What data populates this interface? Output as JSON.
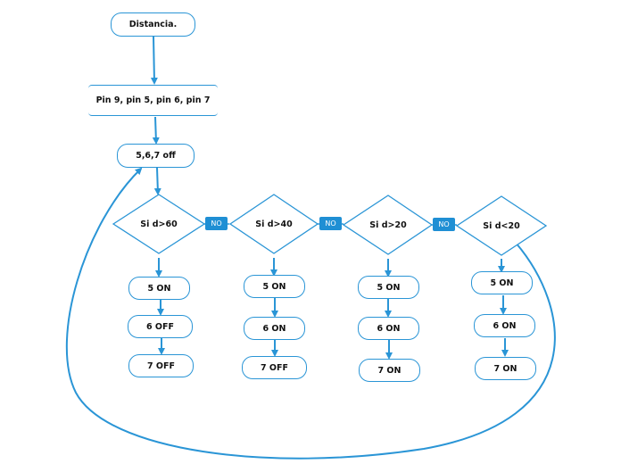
{
  "colors": {
    "line": "#2a95d6",
    "badge": "#1f8fd4",
    "text": "#111111"
  },
  "nodes": {
    "start": "Distancia.",
    "pins": "Pin 9, pin 5, pin 6, pin 7",
    "off": "5,6,7 off"
  },
  "conditions": [
    {
      "label": "Si d>60",
      "actions": [
        "5 ON",
        "6 OFF",
        "7 OFF"
      ]
    },
    {
      "label": "Si d>40",
      "actions": [
        "5 ON",
        "6 ON",
        "7 OFF"
      ]
    },
    {
      "label": "Si d>20",
      "actions": [
        "5 ON",
        "6 ON",
        "7 ON"
      ]
    },
    {
      "label": "Si d<20",
      "actions": [
        "5 ON",
        "6 ON",
        "7 ON"
      ]
    }
  ],
  "branch_label": "NO"
}
